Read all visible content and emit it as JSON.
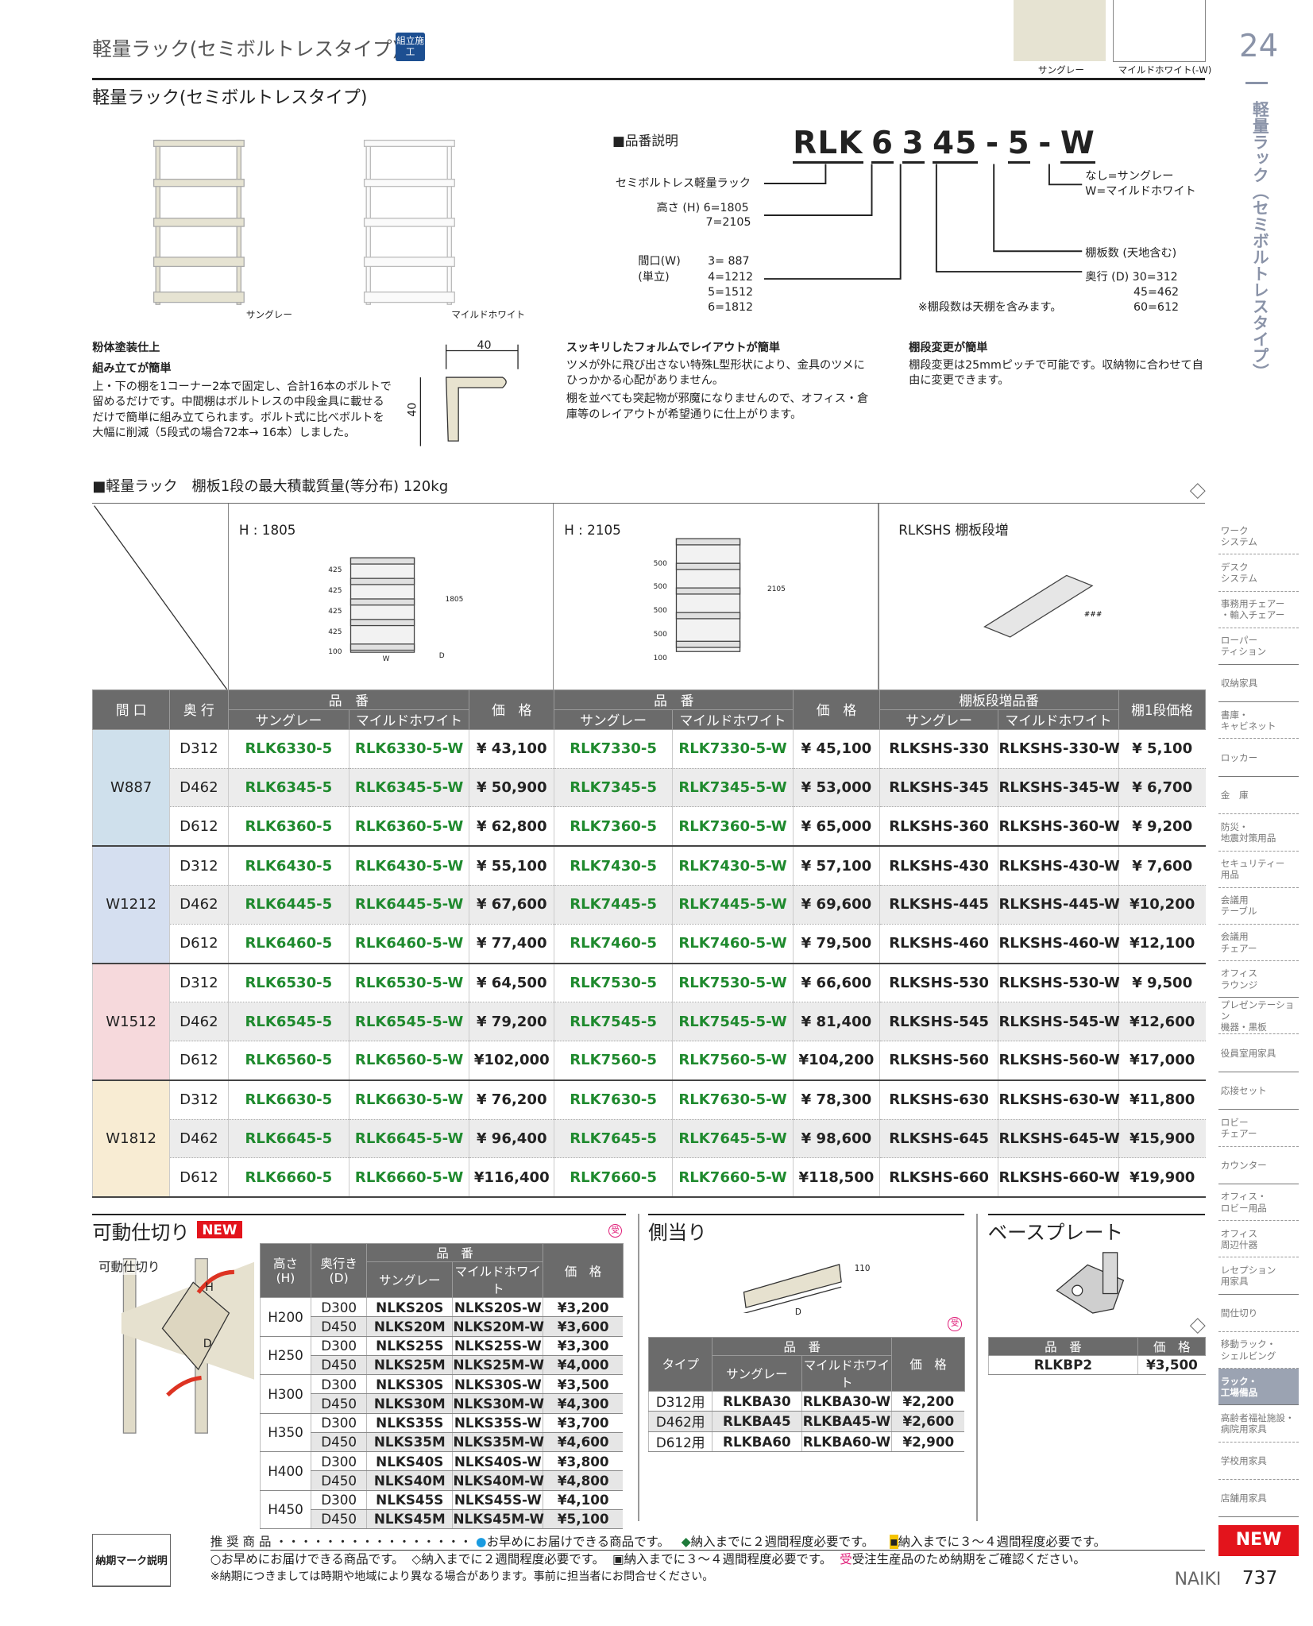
{
  "header": {
    "title": "軽量ラック(セミボルトレスタイプ)",
    "badge": "組立施工",
    "page_section": "24",
    "subtitle": "軽量ラック(セミボルトレスタイプ)",
    "swatches": [
      {
        "label": "サングレー",
        "color": "#e6e3d2"
      },
      {
        "label": "マイルドホワイト(-W)",
        "color": "#ffffff"
      }
    ],
    "vertical_title": "軽量ラック（セミボルトレスタイプ）"
  },
  "photos": [
    {
      "label": "サングレー"
    },
    {
      "label": "マイルドホワイト"
    }
  ],
  "code_explain": {
    "heading": "■品番説明",
    "parts": [
      "RLK",
      "6",
      "3",
      "45",
      "-",
      "5",
      "-",
      "W"
    ],
    "series": "セミボルトレス軽量ラック",
    "height": "高さ (H) 6=1805",
    "height2": "7=2105",
    "width_label": "間口(W)",
    "width_unit": "(単立)",
    "widths": [
      "3= 887",
      "4=1212",
      "5=1512",
      "6=1812"
    ],
    "color_opt": "なし=サングレー",
    "color_opt2": "W=マイルドホワイト",
    "shelves": "棚板数 (天地含む)",
    "depth": "奥行 (D) 30=312",
    "depths": [
      "45=462",
      "60=612"
    ],
    "note": "※棚段数は天棚を含みます。"
  },
  "features": [
    {
      "title": "粉体塗装仕上",
      "title2": "組み立てが簡単",
      "text": "上・下の棚を1コーナー2本で固定し、合計16本のボルトで留めるだけです。中間棚はボルトレスの中段金具に載せるだけで簡単に組み立てられます。ボルト式に比べボルトを大幅に削減（5段式の場合72本→ 16本）しました。",
      "dim_w": "40",
      "dim_h": "40"
    },
    {
      "title": "スッキリしたフォルムでレイアウトが簡単",
      "text": "ツメが外に飛び出さない特殊L型形状により、金具のツメにひっかかる心配がありません。",
      "text2": "棚を並べても突起物が邪魔になりませんので、オフィス・倉庫等のレイアウトが希望通りに仕上がります。"
    },
    {
      "title": "棚段変更が簡単",
      "text": "棚段変更は25mmピッチで可能です。収納物に合わせて自由に変更できます。"
    }
  ],
  "main_table": {
    "heading": "■軽量ラック　棚板1段の最大積載質量(等分布) 120kg",
    "panels": [
      {
        "label": "H : 1805",
        "dims": [
          "425",
          "425",
          "425",
          "425",
          "100"
        ],
        "total": "1805"
      },
      {
        "label": "H : 2105",
        "dims": [
          "500",
          "500",
          "500",
          "500",
          "100"
        ],
        "total": "2105"
      },
      {
        "label": "RLKSHS 棚板段増"
      }
    ],
    "dim_w": "W",
    "dim_d": "D",
    "headers": {
      "width": "間 口",
      "depth": "奥 行",
      "part": "品　番",
      "price": "価　格",
      "sg": "サングレー",
      "mw": "マイルドホワイト",
      "add_part": "棚板段増品番",
      "shelf_price": "棚1段価格"
    },
    "groups": [
      {
        "width": "W887",
        "color": "#cfe0ec",
        "rows": [
          [
            "D312",
            "RLK6330-5",
            "RLK6330-5-W",
            "¥ 43,100",
            "RLK7330-5",
            "RLK7330-5-W",
            "¥ 45,100",
            "RLKSHS-330",
            "RLKSHS-330-W",
            "¥ 5,100"
          ],
          [
            "D462",
            "RLK6345-5",
            "RLK6345-5-W",
            "¥ 50,900",
            "RLK7345-5",
            "RLK7345-5-W",
            "¥ 53,000",
            "RLKSHS-345",
            "RLKSHS-345-W",
            "¥ 6,700"
          ],
          [
            "D612",
            "RLK6360-5",
            "RLK6360-5-W",
            "¥ 62,800",
            "RLK7360-5",
            "RLK7360-5-W",
            "¥ 65,000",
            "RLKSHS-360",
            "RLKSHS-360-W",
            "¥ 9,200"
          ]
        ]
      },
      {
        "width": "W1212",
        "color": "#d5dff0",
        "rows": [
          [
            "D312",
            "RLK6430-5",
            "RLK6430-5-W",
            "¥ 55,100",
            "RLK7430-5",
            "RLK7430-5-W",
            "¥ 57,100",
            "RLKSHS-430",
            "RLKSHS-430-W",
            "¥ 7,600"
          ],
          [
            "D462",
            "RLK6445-5",
            "RLK6445-5-W",
            "¥ 67,600",
            "RLK7445-5",
            "RLK7445-5-W",
            "¥ 69,600",
            "RLKSHS-445",
            "RLKSHS-445-W",
            "¥10,200"
          ],
          [
            "D612",
            "RLK6460-5",
            "RLK6460-5-W",
            "¥ 77,400",
            "RLK7460-5",
            "RLK7460-5-W",
            "¥ 79,500",
            "RLKSHS-460",
            "RLKSHS-460-W",
            "¥12,100"
          ]
        ]
      },
      {
        "width": "W1512",
        "color": "#f6d9dc",
        "rows": [
          [
            "D312",
            "RLK6530-5",
            "RLK6530-5-W",
            "¥ 64,500",
            "RLK7530-5",
            "RLK7530-5-W",
            "¥ 66,600",
            "RLKSHS-530",
            "RLKSHS-530-W",
            "¥ 9,500"
          ],
          [
            "D462",
            "RLK6545-5",
            "RLK6545-5-W",
            "¥ 79,200",
            "RLK7545-5",
            "RLK7545-5-W",
            "¥ 81,400",
            "RLKSHS-545",
            "RLKSHS-545-W",
            "¥12,600"
          ],
          [
            "D612",
            "RLK6560-5",
            "RLK6560-5-W",
            "¥102,000",
            "RLK7560-5",
            "RLK7560-5-W",
            "¥104,200",
            "RLKSHS-560",
            "RLKSHS-560-W",
            "¥17,000"
          ]
        ]
      },
      {
        "width": "W1812",
        "color": "#f8ecd3",
        "rows": [
          [
            "D312",
            "RLK6630-5",
            "RLK6630-5-W",
            "¥ 76,200",
            "RLK7630-5",
            "RLK7630-5-W",
            "¥ 78,300",
            "RLKSHS-630",
            "RLKSHS-630-W",
            "¥11,800"
          ],
          [
            "D462",
            "RLK6645-5",
            "RLK6645-5-W",
            "¥ 96,400",
            "RLK7645-5",
            "RLK7645-5-W",
            "¥ 98,600",
            "RLKSHS-645",
            "RLKSHS-645-W",
            "¥15,900"
          ],
          [
            "D612",
            "RLK6660-5",
            "RLK6660-5-W",
            "¥116,400",
            "RLK7660-5",
            "RLK7660-5-W",
            "¥118,500",
            "RLKSHS-660",
            "RLKSHS-660-W",
            "¥19,900"
          ]
        ]
      }
    ]
  },
  "partition": {
    "title": "可動仕切り",
    "new": "NEW",
    "illus_label": "可動仕切り",
    "dim_h": "H",
    "dim_d": "D",
    "mark": "受",
    "headers": {
      "h": "高さ",
      "h2": "(H)",
      "d": "奥行き",
      "d2": "(D)",
      "part": "品　番",
      "sg": "サングレー",
      "mw": "マイルドホワイト",
      "price": "価　格"
    },
    "groups": [
      {
        "h": "H200",
        "rows": [
          [
            "D300",
            "NLKS20S",
            "NLKS20S-W",
            "¥3,200"
          ],
          [
            "D450",
            "NLKS20M",
            "NLKS20M-W",
            "¥3,600"
          ]
        ]
      },
      {
        "h": "H250",
        "rows": [
          [
            "D300",
            "NLKS25S",
            "NLKS25S-W",
            "¥3,300"
          ],
          [
            "D450",
            "NLKS25M",
            "NLKS25M-W",
            "¥4,000"
          ]
        ]
      },
      {
        "h": "H300",
        "rows": [
          [
            "D300",
            "NLKS30S",
            "NLKS30S-W",
            "¥3,500"
          ],
          [
            "D450",
            "NLKS30M",
            "NLKS30M-W",
            "¥4,300"
          ]
        ]
      },
      {
        "h": "H350",
        "rows": [
          [
            "D300",
            "NLKS35S",
            "NLKS35S-W",
            "¥3,700"
          ],
          [
            "D450",
            "NLKS35M",
            "NLKS35M-W",
            "¥4,600"
          ]
        ]
      },
      {
        "h": "H400",
        "rows": [
          [
            "D300",
            "NLKS40S",
            "NLKS40S-W",
            "¥3,800"
          ],
          [
            "D450",
            "NLKS40M",
            "NLKS40M-W",
            "¥4,800"
          ]
        ]
      },
      {
        "h": "H450",
        "rows": [
          [
            "D300",
            "NLKS45S",
            "NLKS45S-W",
            "¥4,100"
          ],
          [
            "D450",
            "NLKS45M",
            "NLKS45M-W",
            "¥5,100"
          ]
        ]
      }
    ]
  },
  "side_guard": {
    "title": "側当り",
    "dim_h": "110",
    "dim_d": "D",
    "mark": "受",
    "headers": {
      "type": "タイプ",
      "part": "品　番",
      "sg": "サングレー",
      "mw": "マイルドホワイト",
      "price": "価　格"
    },
    "rows": [
      [
        "D312用",
        "RLKBA30",
        "RLKBA30-W",
        "¥2,200"
      ],
      [
        "D462用",
        "RLKBA45",
        "RLKBA45-W",
        "¥2,600"
      ],
      [
        "D612用",
        "RLKBA60",
        "RLKBA60-W",
        "¥2,900"
      ]
    ]
  },
  "base_plate": {
    "title": "ベースプレート",
    "headers": {
      "part": "品　番",
      "price": "価　格"
    },
    "row": [
      "RLKBP2",
      "¥3,500"
    ]
  },
  "legend": {
    "box": "納期マーク説明",
    "recommended": "推 奨 商 品 ・・・・・・・・・・・・・・・・",
    "r1": "お早めにお届けできる商品です。",
    "r2": "納入までに２週間程度必要です。",
    "r3": "納入までに３～４週間程度必要です。",
    "n1": "お早めにお届けできる商品です。",
    "n2": "納入までに２週間程度必要です。",
    "n3": "納入までに３～４週間程度必要です。",
    "n4": "受注生産品のため納期をご確認ください。",
    "note": "※納期につきましては時期や地域により異なる場合があります。事前に担当者にお問合せください。",
    "mark": "受"
  },
  "sidebar": {
    "items": [
      "ワーク\nシステム",
      "デスク\nシステム",
      "事務用チェアー\n・輸入チェアー",
      "ローパー\nティション",
      "収納家具",
      "書庫・\nキャビネット",
      "ロッカー",
      "金　庫",
      "防災・\n地震対策用品",
      "セキュリティー\n用品",
      "会議用\nテーブル",
      "会議用\nチェアー",
      "オフィス\nラウンジ",
      "プレゼンテーション\n機器・黒板",
      "役員室用家具",
      "応接セット",
      "ロビー\nチェアー",
      "カウンター",
      "オフィス・\nロビー用品",
      "オフィス\n周辺什器",
      "レセプション\n用家具",
      "間仕切り",
      "移動ラック・\nシェルビング",
      "ラック・\n工場備品",
      "高齢者福祉施設・\n病院用家具",
      "学校用家具",
      "店舗用家具"
    ],
    "active": "ラック・\n工場備品",
    "new": "NEW"
  },
  "footer": {
    "brand": "NAIKI",
    "page": "737"
  },
  "colors": {
    "green": "#1f8a2e",
    "header_gray": "#6b6b6b",
    "red": "#e3141c",
    "blue_badge": "#1d4f91"
  }
}
